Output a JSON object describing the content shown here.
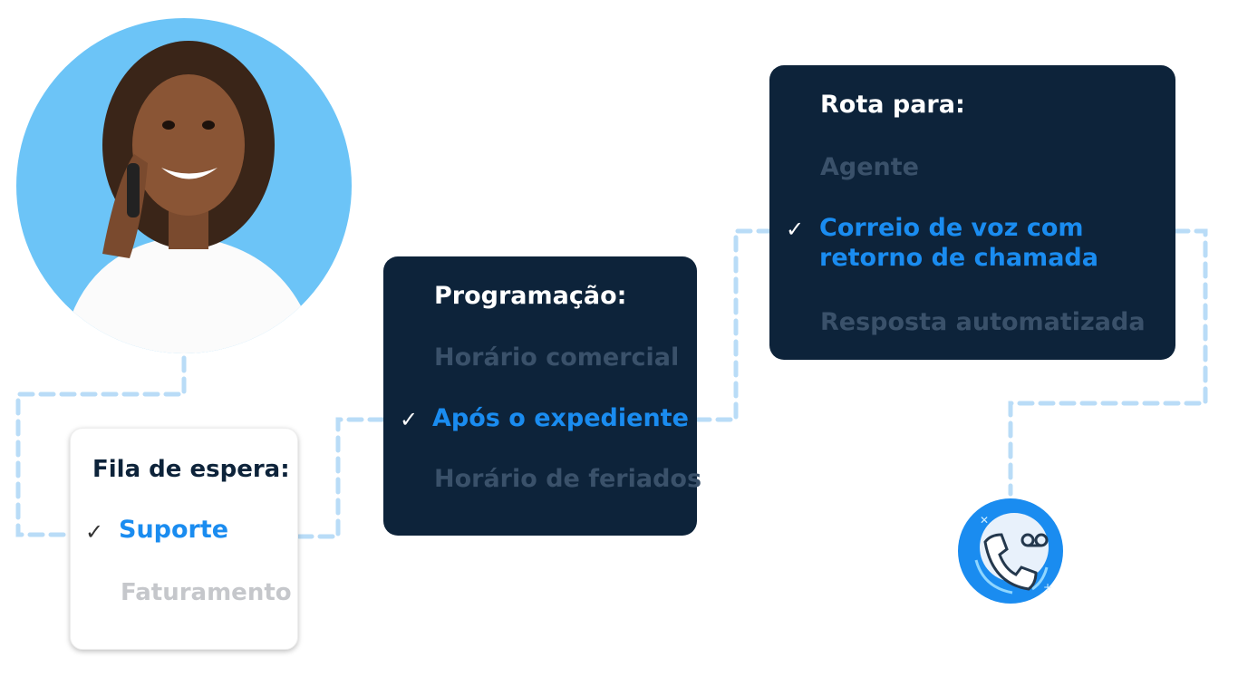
{
  "queue_card": {
    "title": "Fila de espera:",
    "options": [
      {
        "label": "Suporte",
        "selected": true
      },
      {
        "label": "Faturamento",
        "selected": false
      }
    ]
  },
  "schedule_card": {
    "title": "Programação:",
    "options": [
      {
        "label": "Horário comercial",
        "selected": false
      },
      {
        "label": "Após o expediente",
        "selected": true
      },
      {
        "label": "Horário de feriados",
        "selected": false
      }
    ]
  },
  "route_card": {
    "title": "Rota para:",
    "options": [
      {
        "label": "Agente",
        "selected": false
      },
      {
        "label": "Correio de voz com",
        "label_line2": "retorno de chamada",
        "selected": true
      },
      {
        "label": "Resposta automatizada",
        "selected": false
      }
    ]
  },
  "colors": {
    "accent": "#1a8cf0",
    "dark_card": "#0d233a",
    "connector": "#b9dcf7",
    "avatar_bg": "#6cc4f7"
  },
  "icons": {
    "check": "check-icon",
    "voicemail_phone": "voicemail-phone-icon"
  }
}
